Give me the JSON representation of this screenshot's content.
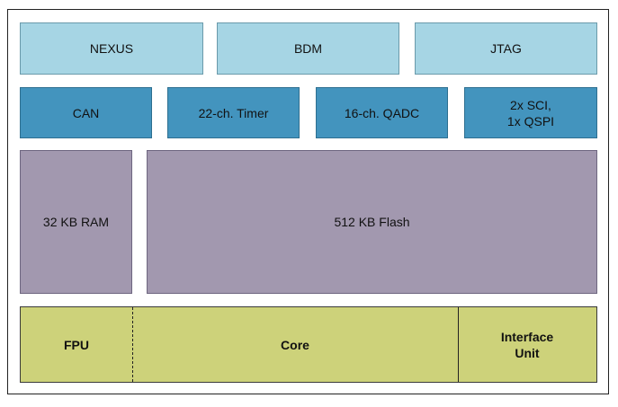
{
  "debug_row": {
    "nexus": "NEXUS",
    "bdm": "BDM",
    "jtag": "JTAG"
  },
  "peripheral_row": {
    "can": "CAN",
    "timer": "22-ch. Timer",
    "qadc": "16-ch. QADC",
    "sci_qspi": "2x SCI,\n1x QSPI"
  },
  "memory_row": {
    "ram": "32 KB RAM",
    "flash": "512 KB Flash"
  },
  "core_row": {
    "fpu": "FPU",
    "core": "Core",
    "interface": "Interface\nUnit"
  },
  "colors": {
    "debug": "#a6d5e4",
    "peripheral": "#4394be",
    "memory": "#a298af",
    "core": "#cdd27a"
  }
}
